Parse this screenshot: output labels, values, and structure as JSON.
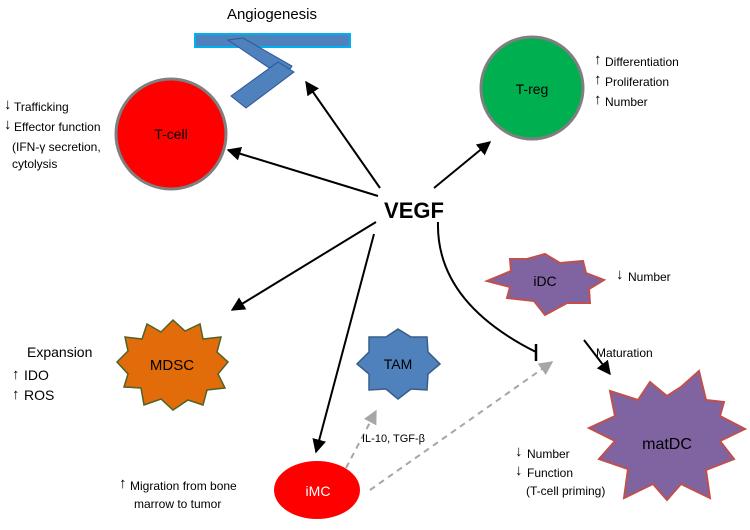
{
  "center": {
    "label": "VEGF"
  },
  "angiogenesis": {
    "title": "Angiogenesis"
  },
  "tcell": {
    "label": "T-cell",
    "notes": [
      {
        "arrow": "↓",
        "text": "Trafficking"
      },
      {
        "arrow": "↓",
        "text": "Effector function"
      },
      {
        "arrow": "",
        "text": "(IFN-γ secretion,"
      },
      {
        "arrow": "",
        "text": "cytolysis"
      }
    ]
  },
  "treg": {
    "label": "T-reg",
    "notes": [
      {
        "arrow": "↑",
        "text": "Differentiation"
      },
      {
        "arrow": "↑",
        "text": "Proliferation"
      },
      {
        "arrow": "↑",
        "text": "Number"
      }
    ]
  },
  "idc": {
    "label": "iDC",
    "notes": [
      {
        "arrow": "↓",
        "text": "Number"
      }
    ]
  },
  "maturation": {
    "label": "Maturation"
  },
  "matdc": {
    "label": "matDC",
    "notes": [
      {
        "arrow": "↓",
        "text": "Number"
      },
      {
        "arrow": "↓",
        "text": "Function"
      },
      {
        "arrow": "",
        "text": "(T-cell priming)"
      }
    ]
  },
  "mdsc": {
    "label": "MDSC",
    "notes": [
      {
        "arrow": "",
        "text": "Expansion"
      },
      {
        "arrow": "↑",
        "text": "IDO"
      },
      {
        "arrow": "↑",
        "text": "ROS"
      }
    ]
  },
  "tam": {
    "label": "TAM"
  },
  "imc": {
    "label": "iMC",
    "cytokines": "IL-10, TGF-β",
    "notes": [
      {
        "arrow": "↑",
        "text": "Migration from bone"
      },
      {
        "arrow": "",
        "text": "marrow to tumor"
      }
    ]
  },
  "colors": {
    "tcell": "#ff0000",
    "treg": "#00b050",
    "idc": "#8064a2",
    "matdc": "#8064a2",
    "mdsc": "#e36c0a",
    "tam": "#4f81bd",
    "imc": "#ff0000",
    "vessel": "#4f81bd",
    "vessel_edge": "#00b0f0"
  }
}
